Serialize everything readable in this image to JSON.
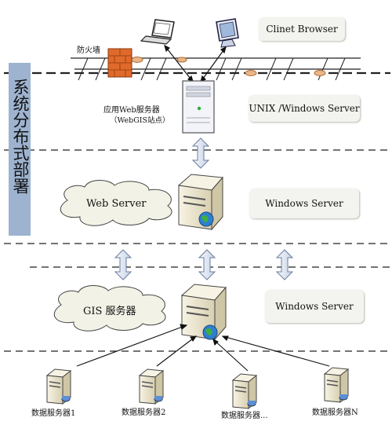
{
  "sidebar": {
    "text": "系统分布式部署"
  },
  "labels": {
    "firewall": "防火墙",
    "app_server_line1": "应用Web服务器",
    "app_server_line2": "（WebGIS站点）",
    "web_server": "Web Server",
    "gis_server": "GIS 服务器"
  },
  "tier_boxes": [
    {
      "text": "Clinet Browser"
    },
    {
      "text": "UNIX /Windows Server"
    },
    {
      "text": "Windows Server"
    },
    {
      "text": "Windows Server"
    }
  ],
  "data_servers": [
    {
      "label": "数据服务器1"
    },
    {
      "label": "数据服务器2"
    },
    {
      "label": "数据服务器..."
    },
    {
      "label": "数据服务器N"
    }
  ],
  "colors": {
    "sidebar": "#9db3cf",
    "firewall": "#e06a2a",
    "server": "#ebe5cf",
    "cloud": "#f2f2e6",
    "arrow": "#dfe6f2",
    "globe": "#2f7fd0"
  }
}
